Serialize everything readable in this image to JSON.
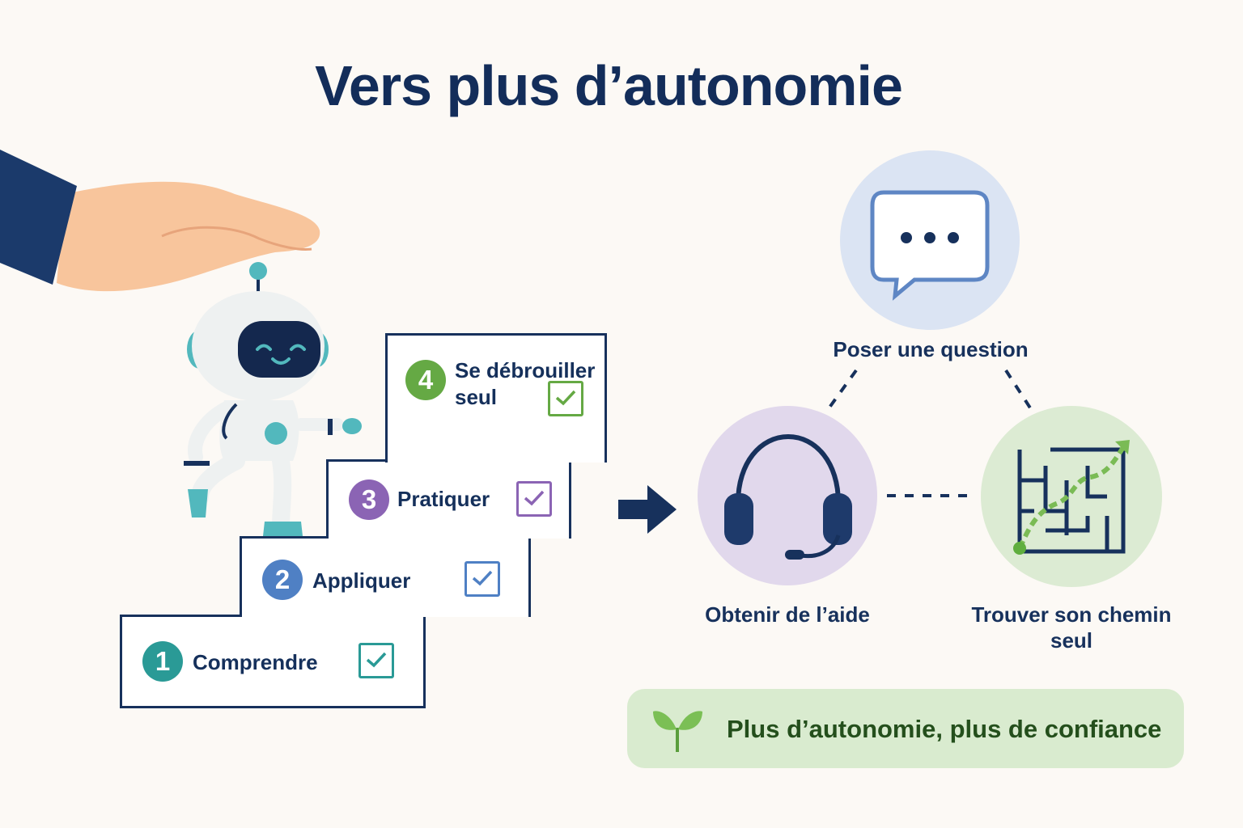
{
  "title": "Vers plus d’autonomie",
  "steps": [
    {
      "number": "1",
      "label": "Comprendre",
      "color": "#2a9a96"
    },
    {
      "number": "2",
      "label": "Appliquer",
      "color": "#4f80c4"
    },
    {
      "number": "3",
      "label": "Pratiquer",
      "color": "#8b64b4"
    },
    {
      "number": "4",
      "label_line1": "Se débrouiller",
      "label_line2": "seul",
      "color": "#65a944"
    }
  ],
  "nodes": {
    "question": {
      "label": "Poser une question",
      "icon": "speech-bubble-icon",
      "color": "#dbe4f3"
    },
    "help": {
      "label": "Obtenir de l’aide",
      "icon": "headset-icon",
      "color": "#e1d8ec"
    },
    "path": {
      "label_line1": "Trouver son chemin",
      "label_line2": "seul",
      "icon": "maze-icon",
      "color": "#dcebd3"
    }
  },
  "banner": {
    "text": "Plus d’autonomie, plus de confiance",
    "icon": "sprout-icon",
    "color": "#d9ebcf"
  },
  "colors": {
    "navy": "#17315c",
    "teal": "#52b8bd",
    "skin": "#f8c59c"
  }
}
